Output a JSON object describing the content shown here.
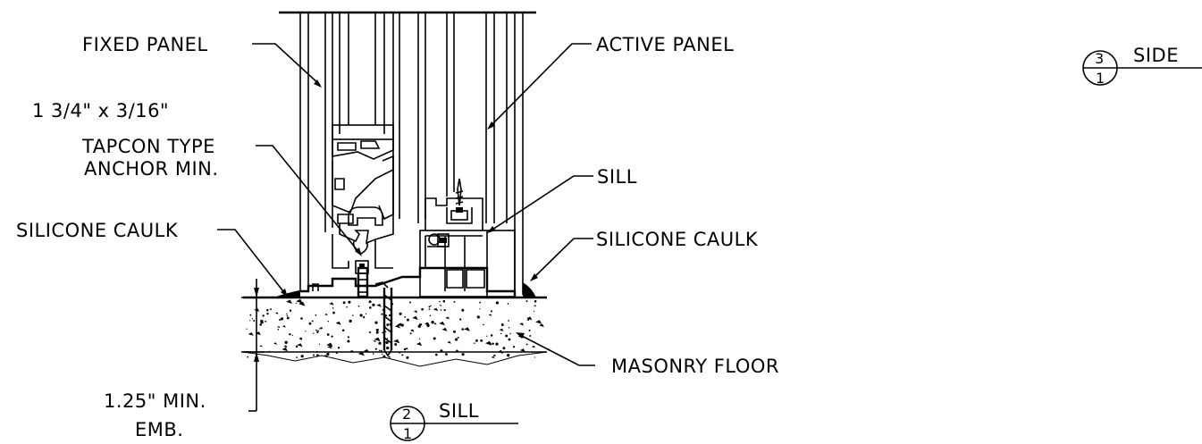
{
  "labels": {
    "fixed_panel": "FIXED PANEL",
    "anchor_line1": "1 3/4\" x 3/16\"",
    "anchor_line2": "TAPCON TYPE",
    "anchor_line3": "ANCHOR MIN.",
    "caulk_left": "SILICONE CAULK",
    "embed_line1": "1.25\" MIN.",
    "embed_line2": "EMB.",
    "active_panel": "ACTIVE PANEL",
    "sill": "SILL",
    "caulk_right": "SILICONE CAULK",
    "masonry_floor": "MASONRY FLOOR"
  },
  "callouts": {
    "sill_detail": {
      "number": "2",
      "sheet": "1",
      "title": "SILL"
    },
    "side_detail": {
      "number": "3",
      "sheet": "1",
      "title": "SIDE"
    }
  }
}
